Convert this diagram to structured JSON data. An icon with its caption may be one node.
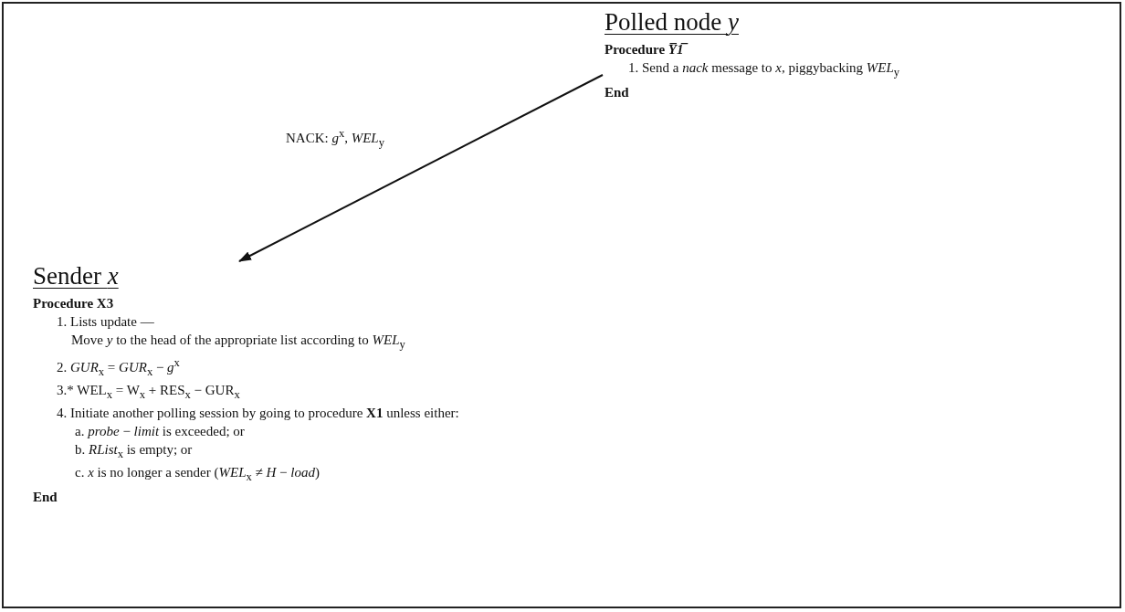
{
  "diagram": {
    "nodes": [
      {
        "text": [
          "Polled node *y*",
          "Procedure *Y̅1̅*",
          "1. Send a *nack* message to *x*, piggybacking *WEL*$_{y}$",
          "End"
        ]
      },
      {
        "text": [
          "Sender *x*",
          "Procedure X3",
          "1. Lists update —",
          "Move *y* to the head of the appropriate list according to *WEL*$_{y}$",
          "2. *GUR*$_{x}$ = *GUR*$_{x}$ − *g*$^{x}$",
          "3.* WEL$_{x}$ = W$_{x}$ + RES$_{x}$ − GUR$_{x}$",
          "4. Initiate another polling session by going to procedure **X1** unless either:",
          "a. *probe* − *limit* is exceeded; or",
          "b. *RList*$_{x}$ is empty; or",
          "c. *x* is no longer a sender (*WEL*$_{x}$ ≠ *H* − *load*)",
          "End"
        ]
      }
    ],
    "edges": [
      {
        "from": 0,
        "to": 1,
        "arrow": "to",
        "label": "NACK: *g*$^{x}$, *WEL*$_{y}$"
      }
    ]
  }
}
